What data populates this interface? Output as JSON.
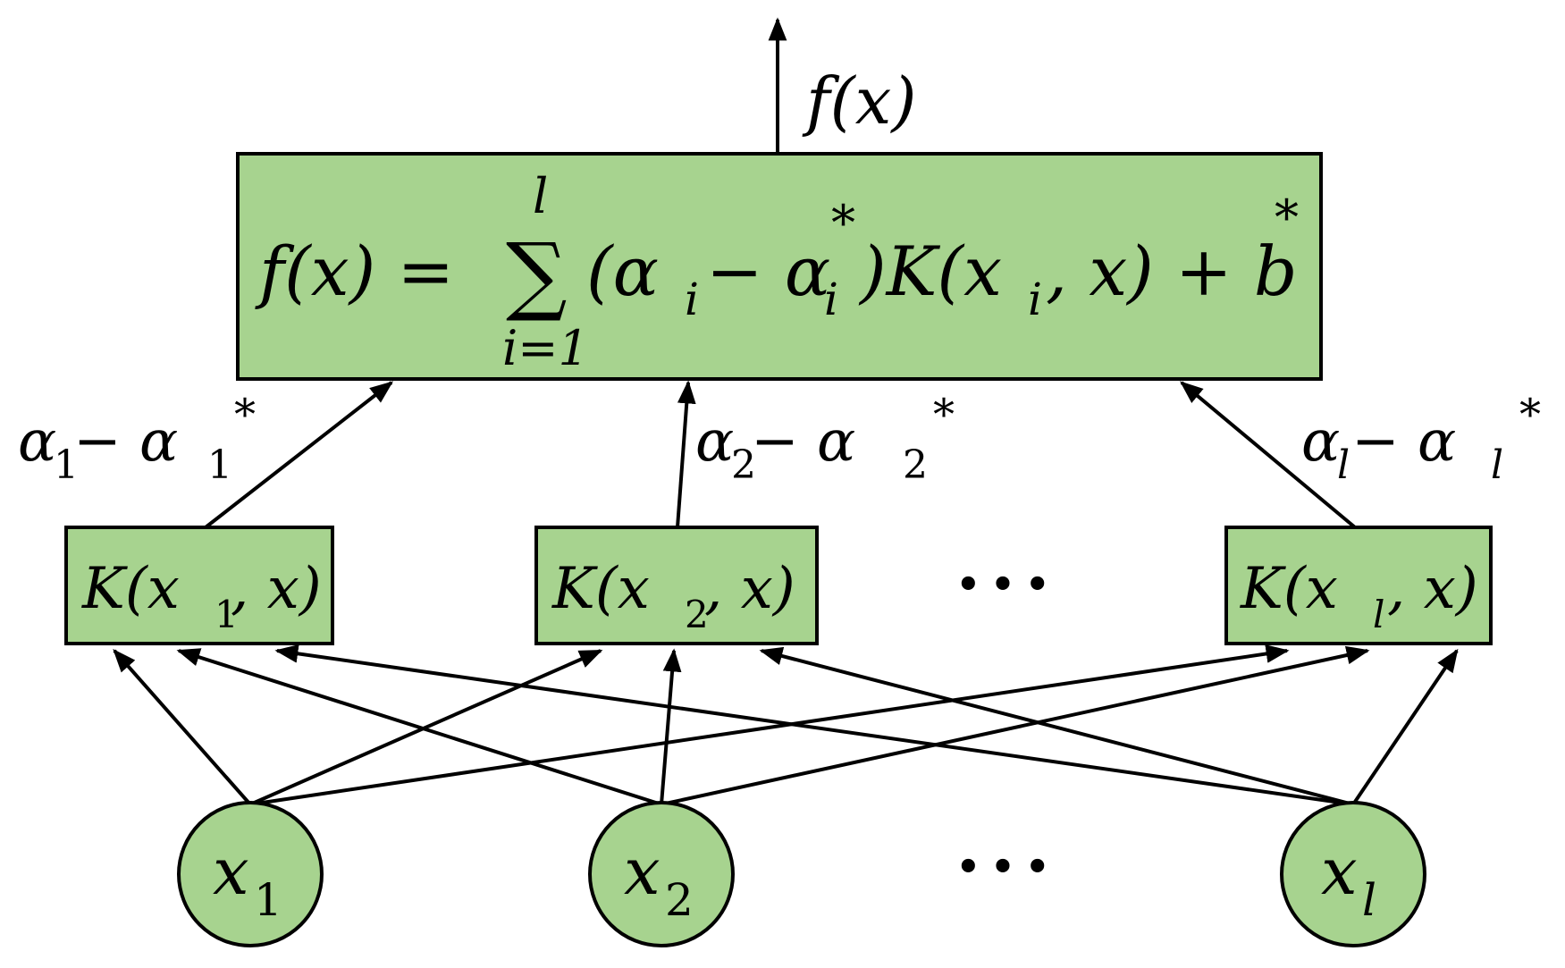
{
  "colors": {
    "fill": "#a7d38f",
    "stroke": "#000000",
    "background": "#ffffff"
  },
  "output": {
    "label": "f(x)"
  },
  "formula": {
    "lhs": "f(x) =",
    "sum_symbol": "∑",
    "sum_upper": "l",
    "sum_lower": "i=1",
    "term_open": "(α",
    "sub_i": "i",
    "minus": " − α",
    "sub_i2": "i",
    "star": "*",
    "kernel": ")K(x",
    "sub_i3": "i",
    "kernel_tail": ", x) + b",
    "b_star": "*"
  },
  "weights": [
    {
      "main": "α",
      "sub": "1",
      "mid": " − α",
      "sub2": "1",
      "star": "*"
    },
    {
      "main": "α",
      "sub": "2",
      "mid": " − α",
      "sub2": "2",
      "star": "*"
    },
    {
      "main": "α",
      "sub": "l",
      "mid": " − α",
      "sub2": "l",
      "star": "*"
    }
  ],
  "kernels": [
    {
      "pre": "K(x",
      "sub": "1",
      "post": ", x)"
    },
    {
      "pre": "K(x",
      "sub": "2",
      "post": ", x)"
    },
    {
      "pre": "K(x",
      "sub": "l",
      "post": ", x)"
    }
  ],
  "inputs": [
    {
      "var": "x",
      "sub": "1"
    },
    {
      "var": "x",
      "sub": "2"
    },
    {
      "var": "x",
      "sub": "l"
    }
  ],
  "ellipsis": "•••"
}
